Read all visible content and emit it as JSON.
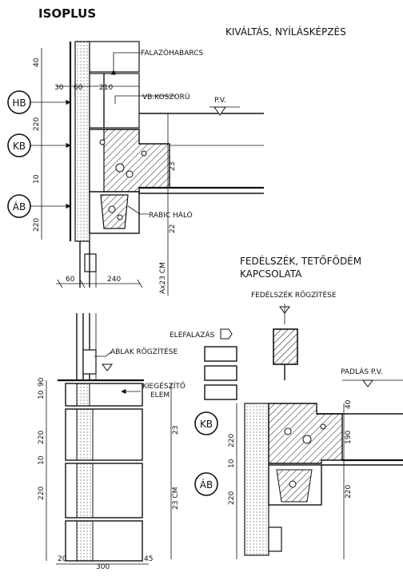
{
  "titles": {
    "brand": "ISOPLUS",
    "top_right": "KIVÁLTÁS, NYÍLÁSKÉPZÉS",
    "roof_line1": "FEDÉLSZÉK, TETŐFÖDÉM",
    "roof_line2": "KAPCSOLATA"
  },
  "labels": {
    "falazohabarcs": "FALAZÓHABARCS",
    "vb_koszoru": "VB.KOSZORÚ",
    "pv": "P.V.",
    "rabic_halo": "RABIC HÁLÓ",
    "fedelszek_rogzitese": "FEDÉLSZÉK RÖGZÍTÉSE",
    "elefalazas": "ELÉFALAZÁS",
    "ablak_rogzitese": "ABLAK RÖGZÍTÉSE",
    "kiegeszito": "KIEGÉSZÍTŐ",
    "elem": "ELEM",
    "padlas_pv": "PADLÁS P.V."
  },
  "markers": {
    "hb": "HB",
    "kb": "KB",
    "ab": "ÁB",
    "kb2": "KB",
    "ab2": "ÁB"
  },
  "dims": {
    "d40a": "40",
    "d30": "30",
    "d60a": "60",
    "d210": "210",
    "d220a": "220",
    "d10a": "10",
    "d220b": "220",
    "d23a": "23",
    "d22": "22",
    "d60b": "60",
    "d240": "240",
    "d_ax23": "Ax23 CM",
    "d10b": "10",
    "d90": "90",
    "d220c": "220",
    "d10c": "10",
    "d220d": "220",
    "d23b": "23",
    "d23cm": "23 CM",
    "d20": "20",
    "d300": "300",
    "d45": "45",
    "d40b": "40",
    "d190": "190",
    "d220e": "220",
    "d10d": "10",
    "d220f": "220",
    "d220g": "220"
  }
}
